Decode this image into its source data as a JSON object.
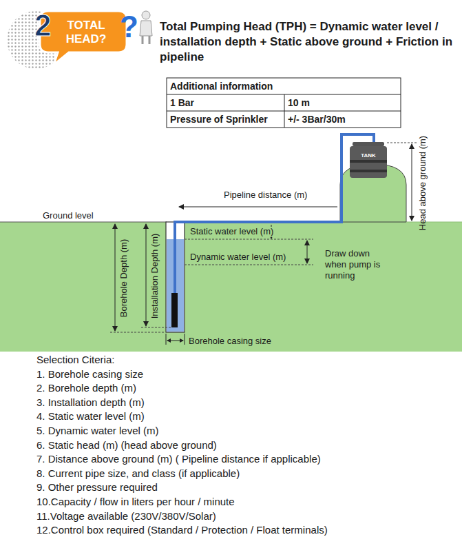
{
  "diagram": {
    "title": "Total Pumping Head (TPH) = Dynamic water level / installation depth + Static above ground + Friction in pipeline",
    "nodes": [
      {
        "text": [
          "TOTAL HEAD?"
        ]
      },
      {
        "text": [
          "TANK"
        ]
      }
    ],
    "labels": [
      "2",
      "?",
      "Additional information",
      "1 Bar",
      "10 m",
      "Pressure of Sprinkler",
      "+/- 3Bar/30m",
      "Pipeline distance (m)",
      "Head above ground (m)",
      "Ground level",
      "Borehole Depth (m)",
      "Installation Depth (m)",
      "Static water level (m)",
      "Dynamic water level (m)",
      "Draw down when pump is running",
      "Borehole casing size",
      "Selection Citeria:",
      "1.  Borehole casing size",
      "2.  Borehole depth (m)",
      "3.  Installation depth (m)",
      "4.  Static water level (m)",
      "5.  Dynamic water level (m)",
      "6.  Static head (m) (head above ground)",
      "7.  Distance above ground (m) ( Pipeline distance if applicable)",
      "8.  Current pipe size, and class (if applicable)",
      "9.  Other pressure required",
      "10.Capacity / flow in liters per hour / minute",
      "11.Voltage available (230V/380V/Solar)",
      "12.Control box required (Standard / Protection / Float terminals)"
    ]
  }
}
